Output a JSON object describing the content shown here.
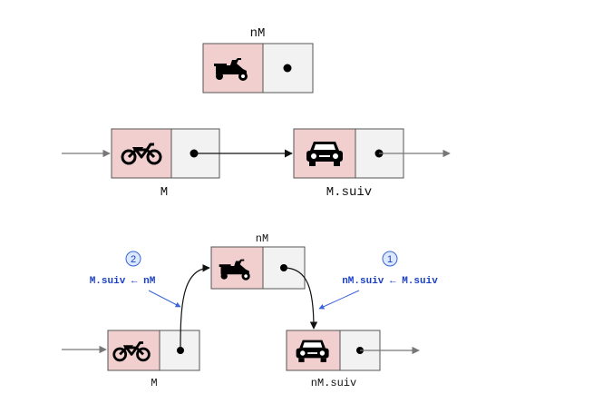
{
  "colors": {
    "data_cell": "#f2cfcf",
    "pointer_cell": "#f2f2f2",
    "border": "#555555",
    "link_dark": "#111111",
    "link_gray": "#777777",
    "annotation_blue": "#1a3fc4",
    "badge_fill": "#dce8fb"
  },
  "top": {
    "new_node_label": "nM",
    "new_node_icon": "scooter-icon"
  },
  "middle": {
    "node_m_label": "M",
    "node_m_icon": "motorcycle-icon",
    "node_next_label": "M.suiv",
    "node_next_icon": "car-icon"
  },
  "bottom": {
    "new_node_label": "nM",
    "new_node_icon": "scooter-icon",
    "node_m_label": "M",
    "node_m_icon": "motorcycle-icon",
    "node_next_label": "nM.suiv",
    "node_next_icon": "car-icon",
    "step1_number": "1",
    "step1_text": "nM.suiv ← M.suiv",
    "step2_number": "2",
    "step2_text": "M.suiv ← nM"
  }
}
